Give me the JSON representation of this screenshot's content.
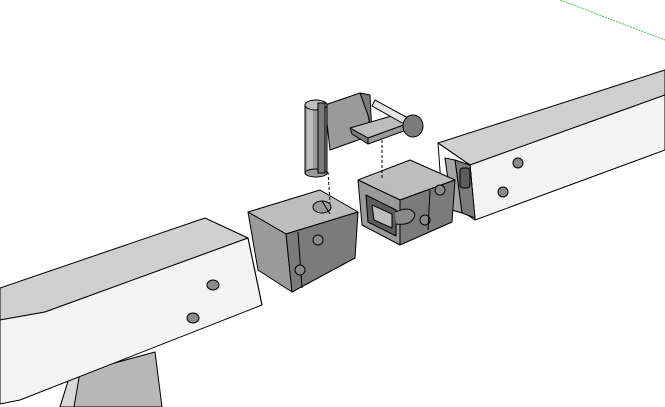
{
  "colors": {
    "background": "#ffffff",
    "edge": "#000000",
    "beam_top": "#cfcfcf",
    "beam_front": "#f2f2f2",
    "beam_end": "#ffffff",
    "part_light": "#bdbdbd",
    "part_mid": "#9a9a9a",
    "part_dark": "#7b7b7b",
    "part_shadow": "#5d5d5d",
    "hole": "#8a8a8a",
    "axis_green": "#5cbf5c"
  },
  "icons": {
    "left_beam": "square-tube-beam",
    "right_beam": "square-tube-beam",
    "left_block": "connector-block",
    "right_block": "connector-block-with-slot",
    "latch": "hinge-pin-latch",
    "leg": "support-leg"
  }
}
